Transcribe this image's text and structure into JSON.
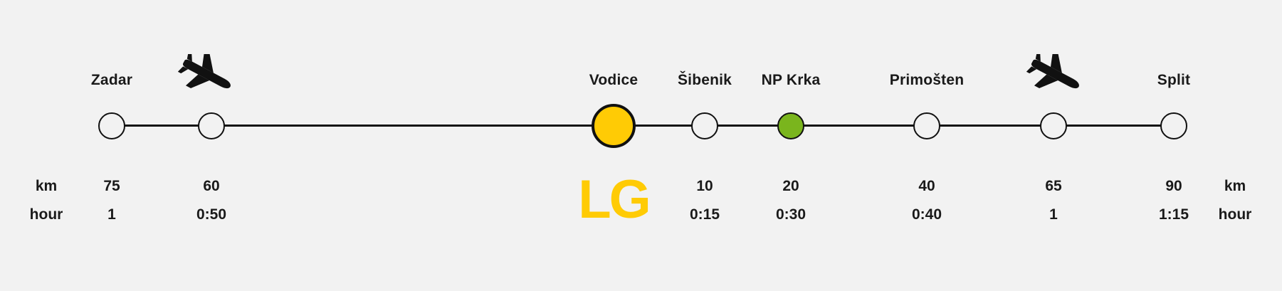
{
  "colors": {
    "background": "#f2f2f2",
    "line": "#111111",
    "home_fill": "#ffcb05",
    "park_fill": "#7ab51d",
    "default_fill": "#f2f2f2",
    "logo_color": "#ffcb05"
  },
  "units": {
    "left": {
      "km": "km",
      "hour": "hour"
    },
    "right": {
      "km": "km",
      "hour": "hour"
    }
  },
  "logo": {
    "text": "LG"
  },
  "stops": [
    {
      "label": "Zadar",
      "km": "75",
      "hour": "1",
      "fill": "default",
      "icon": ""
    },
    {
      "label": "",
      "km": "60",
      "hour": "0:50",
      "fill": "default",
      "icon": "airplane-icon"
    },
    {
      "label": "Vodice",
      "km": "",
      "hour": "",
      "fill": "home",
      "icon": ""
    },
    {
      "label": "Šibenik",
      "km": "10",
      "hour": "0:15",
      "fill": "default",
      "icon": ""
    },
    {
      "label": "NP Krka",
      "km": "20",
      "hour": "0:30",
      "fill": "park",
      "icon": ""
    },
    {
      "label": "Primošten",
      "km": "40",
      "hour": "0:40",
      "fill": "default",
      "icon": ""
    },
    {
      "label": "",
      "km": "65",
      "hour": "1",
      "fill": "default",
      "icon": "airplane-icon"
    },
    {
      "label": "Split",
      "km": "90",
      "hour": "1:15",
      "fill": "default",
      "icon": ""
    }
  ]
}
